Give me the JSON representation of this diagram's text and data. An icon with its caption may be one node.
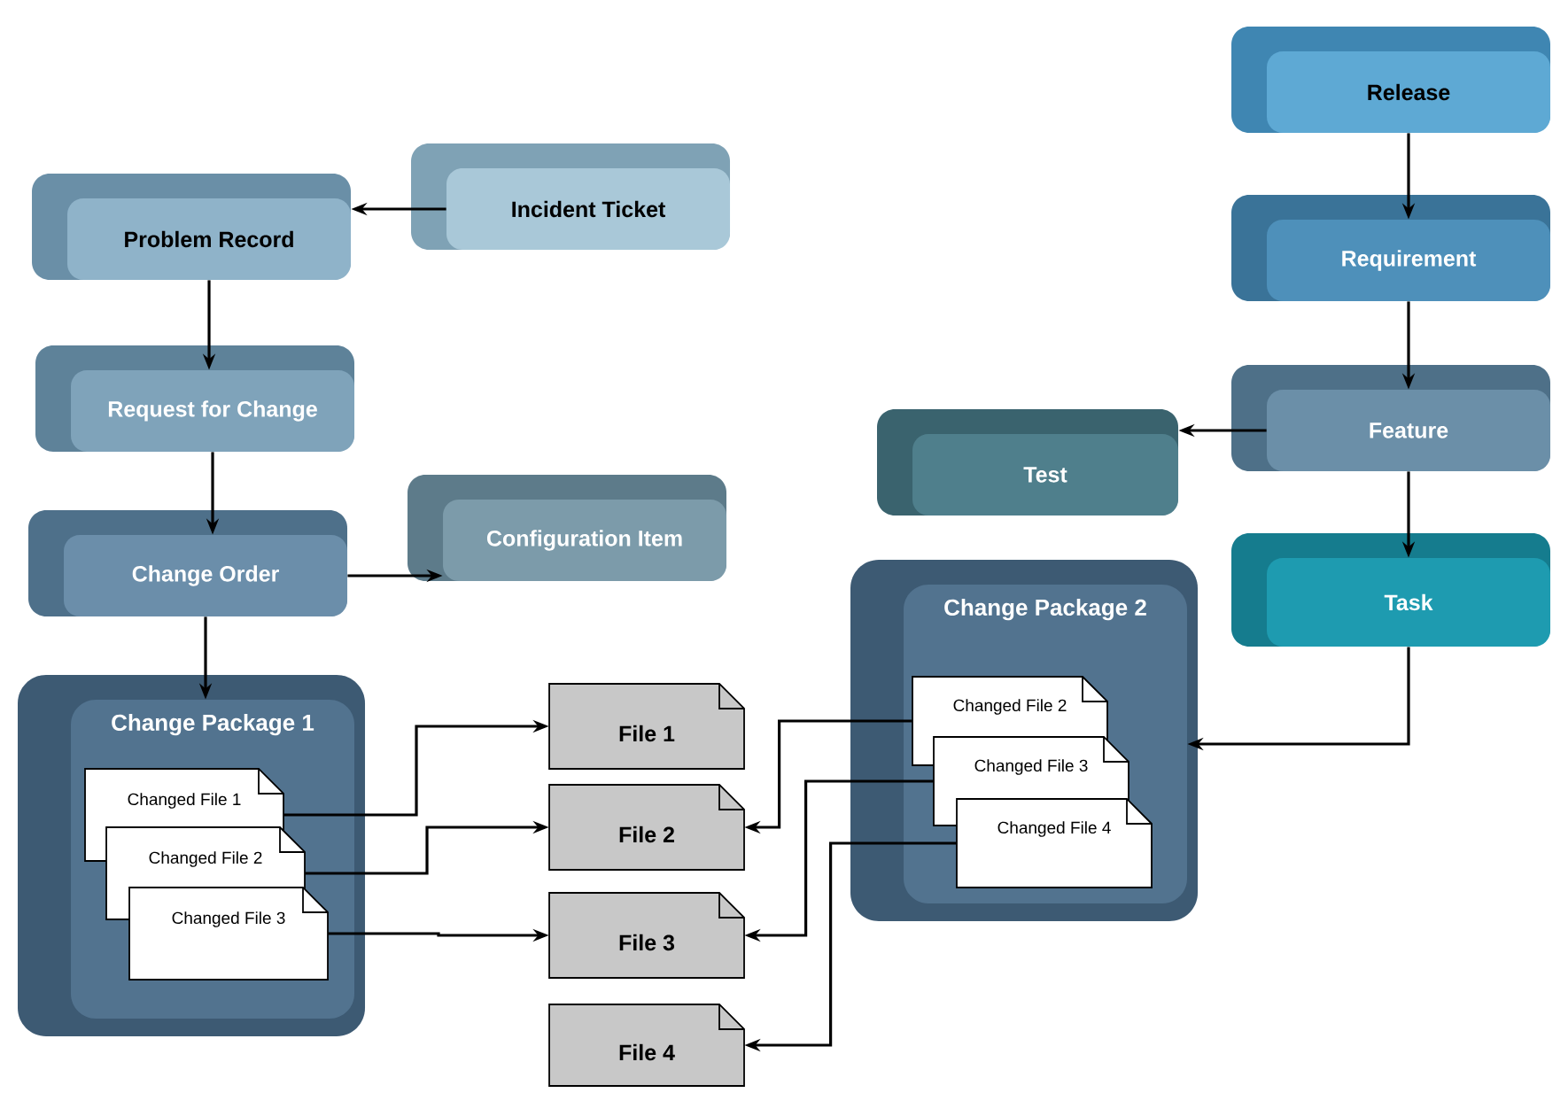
{
  "diagram": {
    "nodes": [
      {
        "text": [
          "Release"
        ]
      },
      {
        "text": [
          "Incident Ticket"
        ]
      },
      {
        "text": [
          "Problem Record"
        ]
      },
      {
        "text": [
          "Requirement"
        ]
      },
      {
        "text": [
          "Request for Change"
        ]
      },
      {
        "text": [
          "Test"
        ]
      },
      {
        "text": [
          "Feature"
        ]
      },
      {
        "text": [
          "Change Order"
        ]
      },
      {
        "text": [
          "Configuration Item"
        ]
      },
      {
        "text": [
          "Task"
        ]
      },
      {
        "text": [
          "Change Package 1"
        ]
      },
      {
        "text": [
          "Changed File 1"
        ],
        "in": 10
      },
      {
        "text": [
          "Changed File 2"
        ],
        "in": 10
      },
      {
        "text": [
          "Changed File 3"
        ],
        "in": 10
      },
      {
        "text": [
          "Change Package 2"
        ]
      },
      {
        "text": [
          "Changed File 2"
        ],
        "in": 14
      },
      {
        "text": [
          "Changed File 3"
        ],
        "in": 14
      },
      {
        "text": [
          "Changed File 4"
        ],
        "in": 14
      },
      {
        "text": [
          "File 1"
        ]
      },
      {
        "text": [
          "File 2"
        ]
      },
      {
        "text": [
          "File 3"
        ]
      },
      {
        "text": [
          "File 4"
        ]
      }
    ],
    "edges": [
      {
        "from": 1,
        "to": 2,
        "arrow": "to"
      },
      {
        "from": 2,
        "to": 4,
        "arrow": "to"
      },
      {
        "from": 4,
        "to": 7,
        "arrow": "to"
      },
      {
        "from": 7,
        "to": 8,
        "arrow": "to"
      },
      {
        "from": 7,
        "to": 10,
        "arrow": "to"
      },
      {
        "from": 0,
        "to": 3,
        "arrow": "to"
      },
      {
        "from": 3,
        "to": 6,
        "arrow": "to"
      },
      {
        "from": 6,
        "to": 5,
        "arrow": "to"
      },
      {
        "from": 6,
        "to": 9,
        "arrow": "to"
      },
      {
        "from": 9,
        "to": 14,
        "arrow": "to"
      },
      {
        "from": 11,
        "to": 18,
        "arrow": "to"
      },
      {
        "from": 12,
        "to": 19,
        "arrow": "to"
      },
      {
        "from": 13,
        "to": 20,
        "arrow": "to"
      },
      {
        "from": 15,
        "to": 19,
        "arrow": "to"
      },
      {
        "from": 16,
        "to": 20,
        "arrow": "to"
      },
      {
        "from": 17,
        "to": 21,
        "arrow": "to"
      }
    ]
  }
}
